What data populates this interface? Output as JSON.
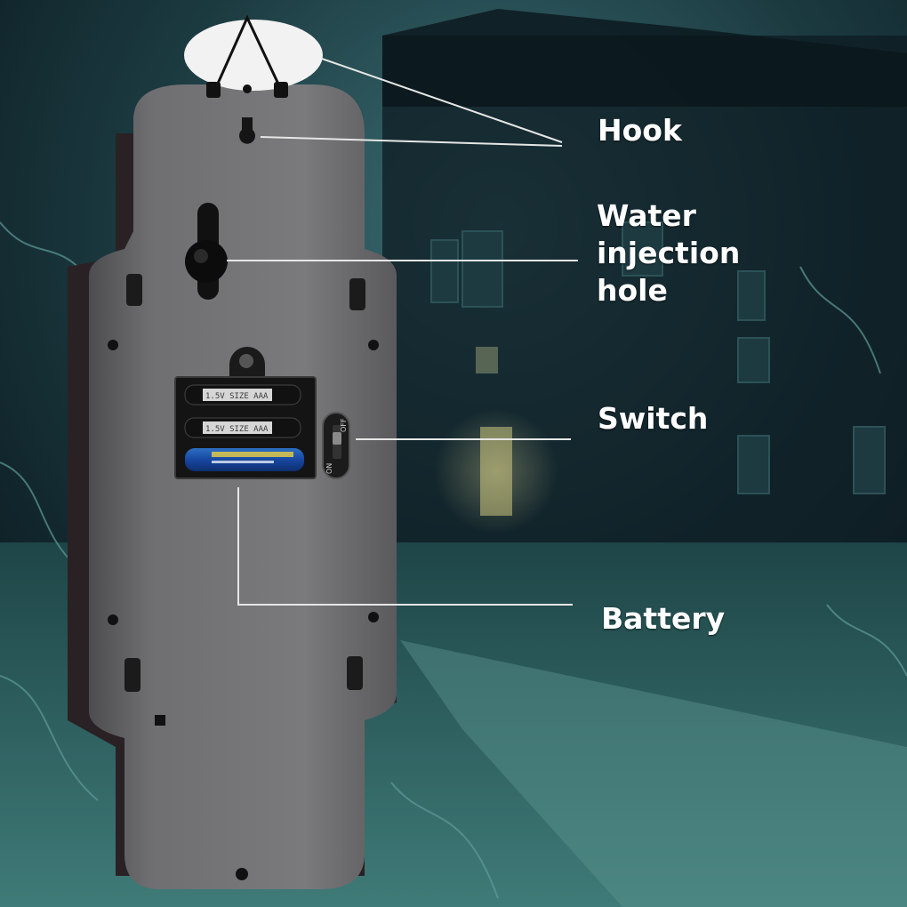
{
  "callouts": {
    "hook": "Hook",
    "water_line1": "Water",
    "water_line2": "injection",
    "water_line3": "hole",
    "switch": "Switch",
    "battery": "Battery"
  },
  "device": {
    "battery_label_1": "1.5V SIZE AAA",
    "battery_label_2": "1.5V SIZE AAA",
    "switch_on": "ON",
    "switch_off": "OFF"
  },
  "colors": {
    "background_dark": "#0c1a1f",
    "background_teal": "#2f6a6a",
    "device_body": "#6e6e70",
    "callout_text": "#ffffff",
    "leader_line": "#e6e6e6"
  }
}
